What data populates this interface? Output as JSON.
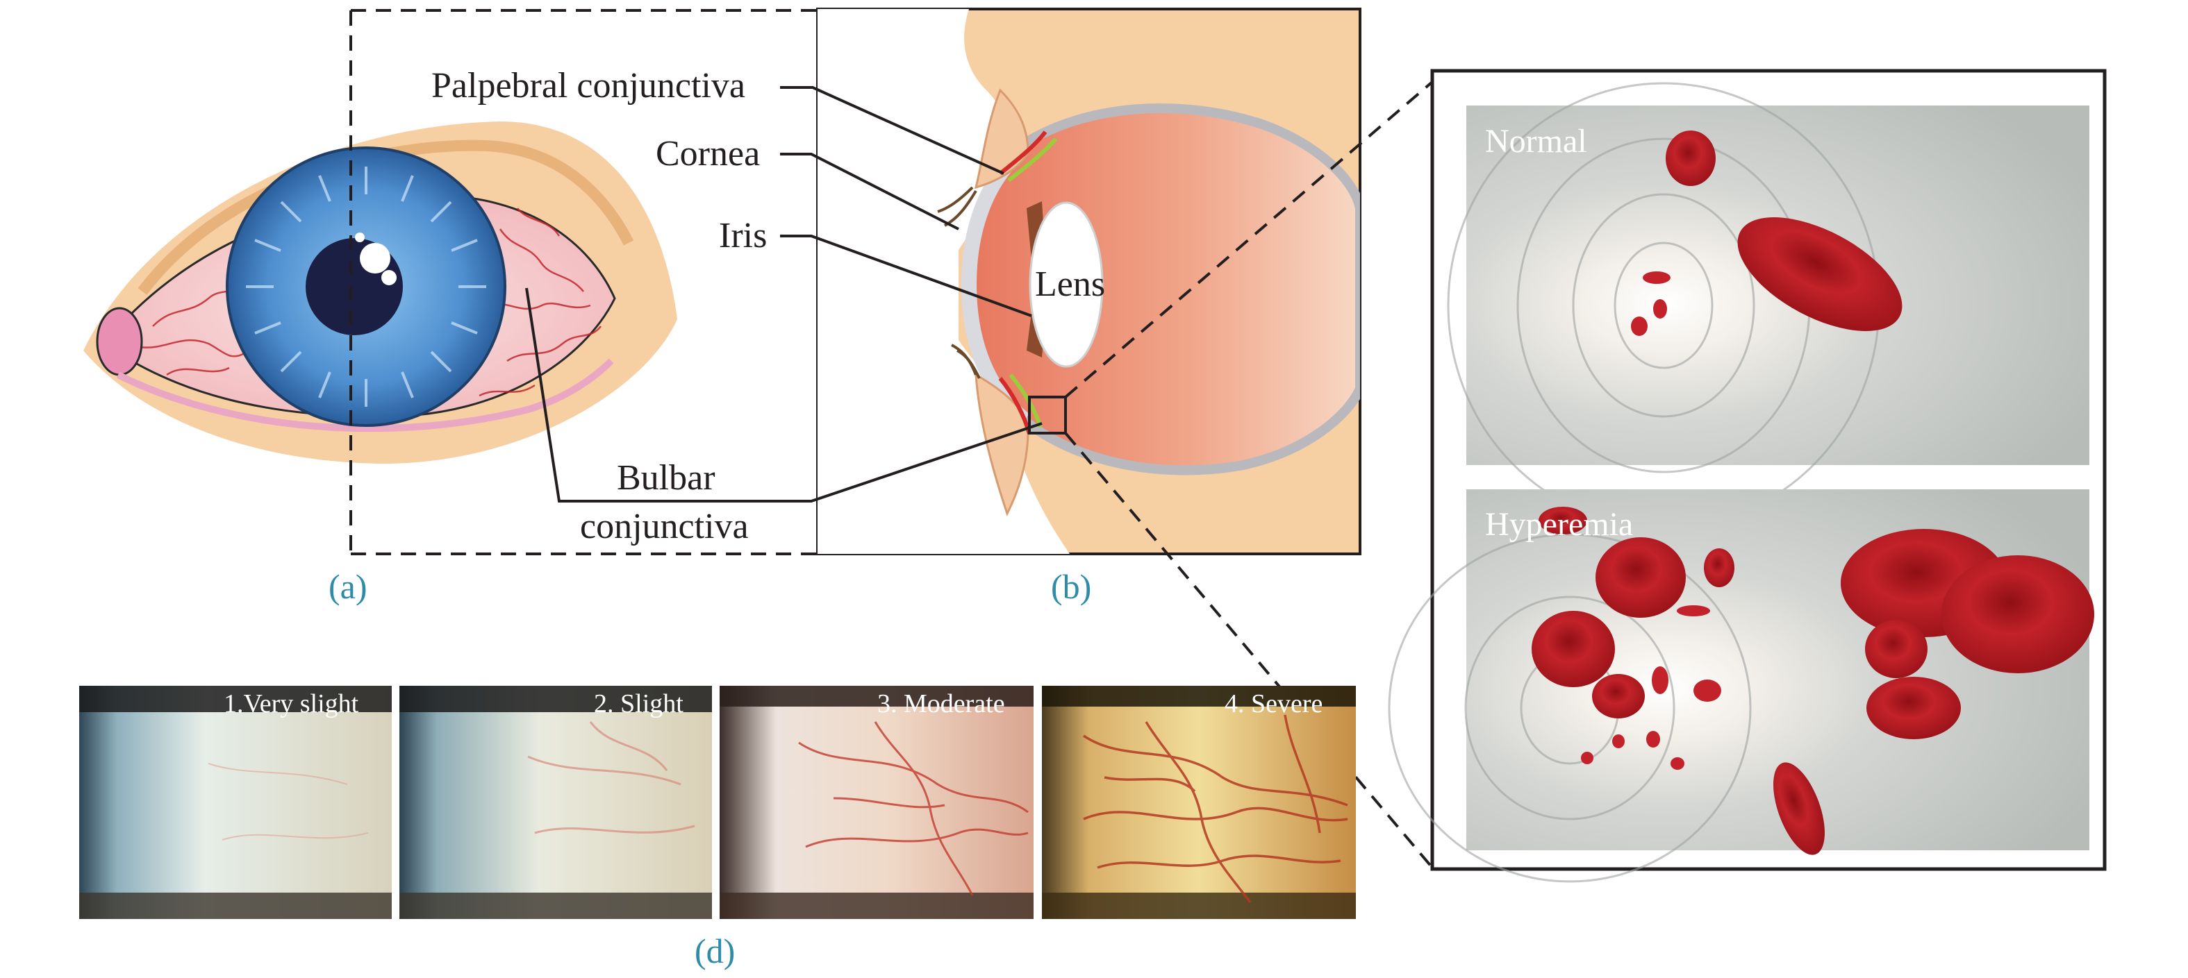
{
  "anatomy_labels": {
    "palpebral_conjunctiva": "Palpebral conjunctiva",
    "cornea": "Cornea",
    "iris": "Iris",
    "lens": "Lens",
    "bulbar_line1": "Bulbar",
    "bulbar_line2": "conjunctiva"
  },
  "panel_labels": {
    "a": "(a)",
    "b": "(b)",
    "d": "(d)"
  },
  "vessel_panel": {
    "normal": "Normal",
    "hyperemia": "Hyperemia"
  },
  "severity_scale": [
    {
      "label": "1.Very slight"
    },
    {
      "label": "2. Slight"
    },
    {
      "label": "3. Moderate"
    },
    {
      "label": "4. Severe"
    }
  ],
  "colors": {
    "panel_label": "#2f8ca8",
    "skin": "#f6cfa3",
    "iris": "#4f8fd0",
    "blood": "#b51d24",
    "sclera_red": "#f4c6c6"
  }
}
